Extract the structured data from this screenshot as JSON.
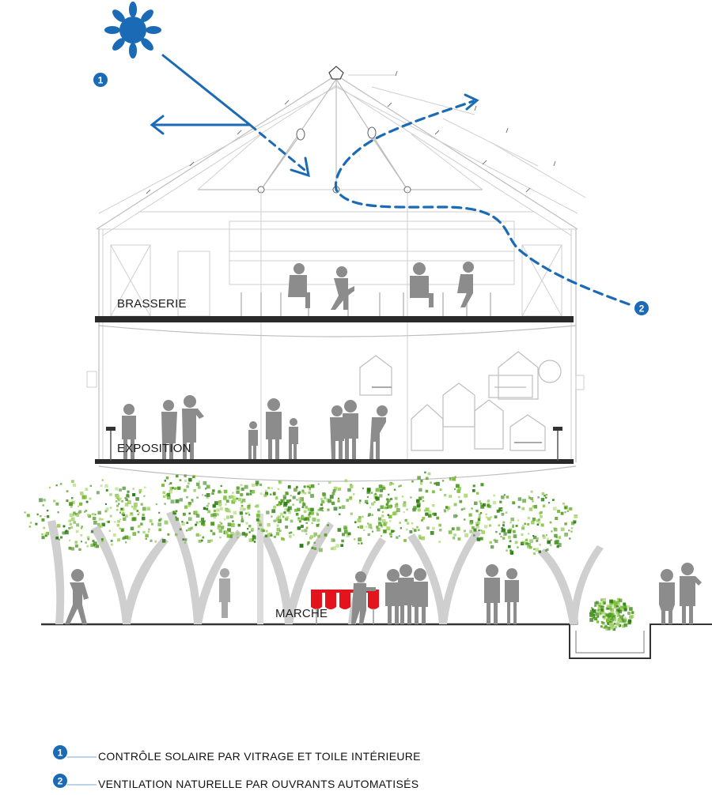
{
  "diagram": {
    "floors": {
      "upper": "BRASSERIE",
      "middle": "EXPOSITION",
      "ground": "MARCHE"
    },
    "markers": {
      "one": "1",
      "two": "2"
    },
    "legend": [
      {
        "number": "1",
        "text": "CONTRÔLE SOLAIRE PAR VITRAGE ET TOILE INTÉRIEURE"
      },
      {
        "number": "2",
        "text": "VENTILATION NATURELLE PAR OUVRANTS AUTOMATISÉS"
      }
    ],
    "colors": {
      "accent": "#1a6ab5",
      "slab": "#2a2a2a",
      "people": "#8c8c8c",
      "foliage": "#7bbf3a",
      "market_stall": "#e3141b"
    },
    "icons": [
      "sun-icon",
      "sun-ray-arrow",
      "reflection-arrow",
      "ventilation-arrow"
    ]
  }
}
